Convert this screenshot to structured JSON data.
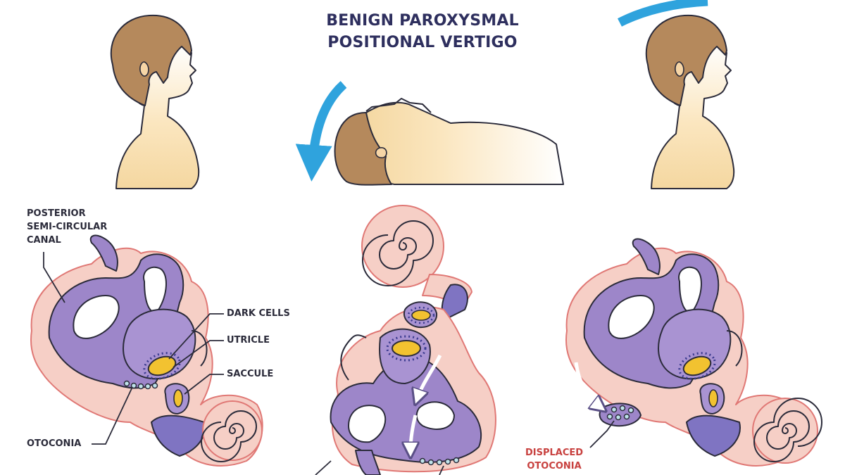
{
  "title": {
    "line1": "BENIGN PAROXYSMAL",
    "line2": "POSITIONAL VERTIGO"
  },
  "labels": {
    "posterior_line1": "POSTERIOR",
    "posterior_line2": "SEMI-CIRCULAR",
    "posterior_line3": "CANAL",
    "dark_cells": "DARK CELLS",
    "utricle": "UTRICLE",
    "saccule": "SACCULE",
    "otoconia": "OTOCONIA",
    "displaced_line1": "DISPLACED",
    "displaced_line2": "OTOCONIA"
  },
  "colors": {
    "title": "#2e2f5e",
    "label": "#2b2b3a",
    "accent_red": "#c8413f",
    "arrow_blue": "#2fa3dd",
    "hair": "#b5895c",
    "skin": "#f7dfb0",
    "canal_purple": "#9d86c9",
    "membrane_pink": "#f6cfc6",
    "utricle_yellow": "#f2c230",
    "otoconia_teal": "#bfe3ea"
  }
}
